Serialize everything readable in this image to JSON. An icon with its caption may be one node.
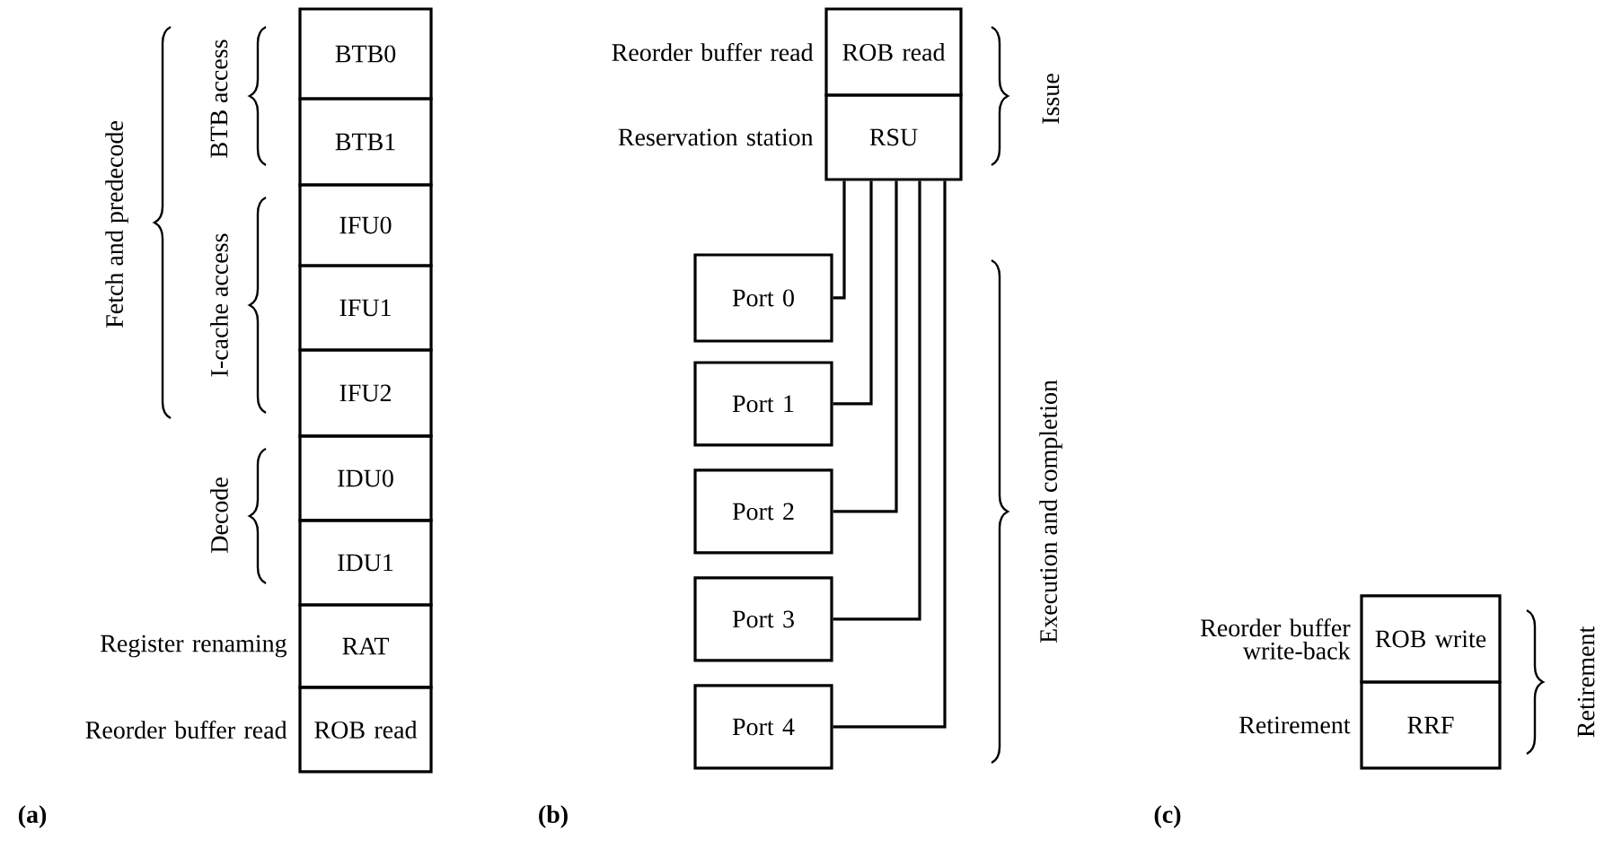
{
  "diagram": {
    "nodes": [
      {
        "text": [
          "BTB0"
        ]
      },
      {
        "text": [
          "BTB1"
        ]
      },
      {
        "text": [
          "IFU0"
        ]
      },
      {
        "text": [
          "IFU1"
        ]
      },
      {
        "text": [
          "IFU2"
        ]
      },
      {
        "text": [
          "IDU0"
        ]
      },
      {
        "text": [
          "IDU1"
        ]
      },
      {
        "text": [
          "RAT"
        ],
        "beside": [
          "Register renaming"
        ]
      },
      {
        "text": [
          "ROB read"
        ],
        "beside": [
          "Reorder buffer read"
        ]
      },
      {
        "text": [
          "ROB read"
        ],
        "beside": [
          "Reorder buffer read"
        ]
      },
      {
        "text": [
          "RSU"
        ],
        "beside": [
          "Reservation station"
        ]
      },
      {
        "text": [
          "Port 0"
        ]
      },
      {
        "text": [
          "Port 1"
        ]
      },
      {
        "text": [
          "Port 2"
        ]
      },
      {
        "text": [
          "Port 3"
        ]
      },
      {
        "text": [
          "Port 4"
        ]
      },
      {
        "text": [
          "ROB write"
        ],
        "beside": [
          "Reorder buffer write-back"
        ]
      },
      {
        "text": [
          "RRF"
        ],
        "beside": [
          "Retirement"
        ]
      }
    ],
    "edges": [
      {
        "from": 10,
        "to": 11,
        "arrow": "none"
      },
      {
        "from": 10,
        "to": 12,
        "arrow": "none"
      },
      {
        "from": 10,
        "to": 13,
        "arrow": "none"
      },
      {
        "from": 10,
        "to": 14,
        "arrow": "none"
      },
      {
        "from": 10,
        "to": 15,
        "arrow": "none"
      }
    ],
    "labels": [
      "Fetch and predecode",
      "BTB access",
      "I-cache access",
      "Decode",
      "(a)",
      "Issue",
      "Execution and completion",
      "(b)",
      "Retirement",
      "(c)"
    ]
  }
}
